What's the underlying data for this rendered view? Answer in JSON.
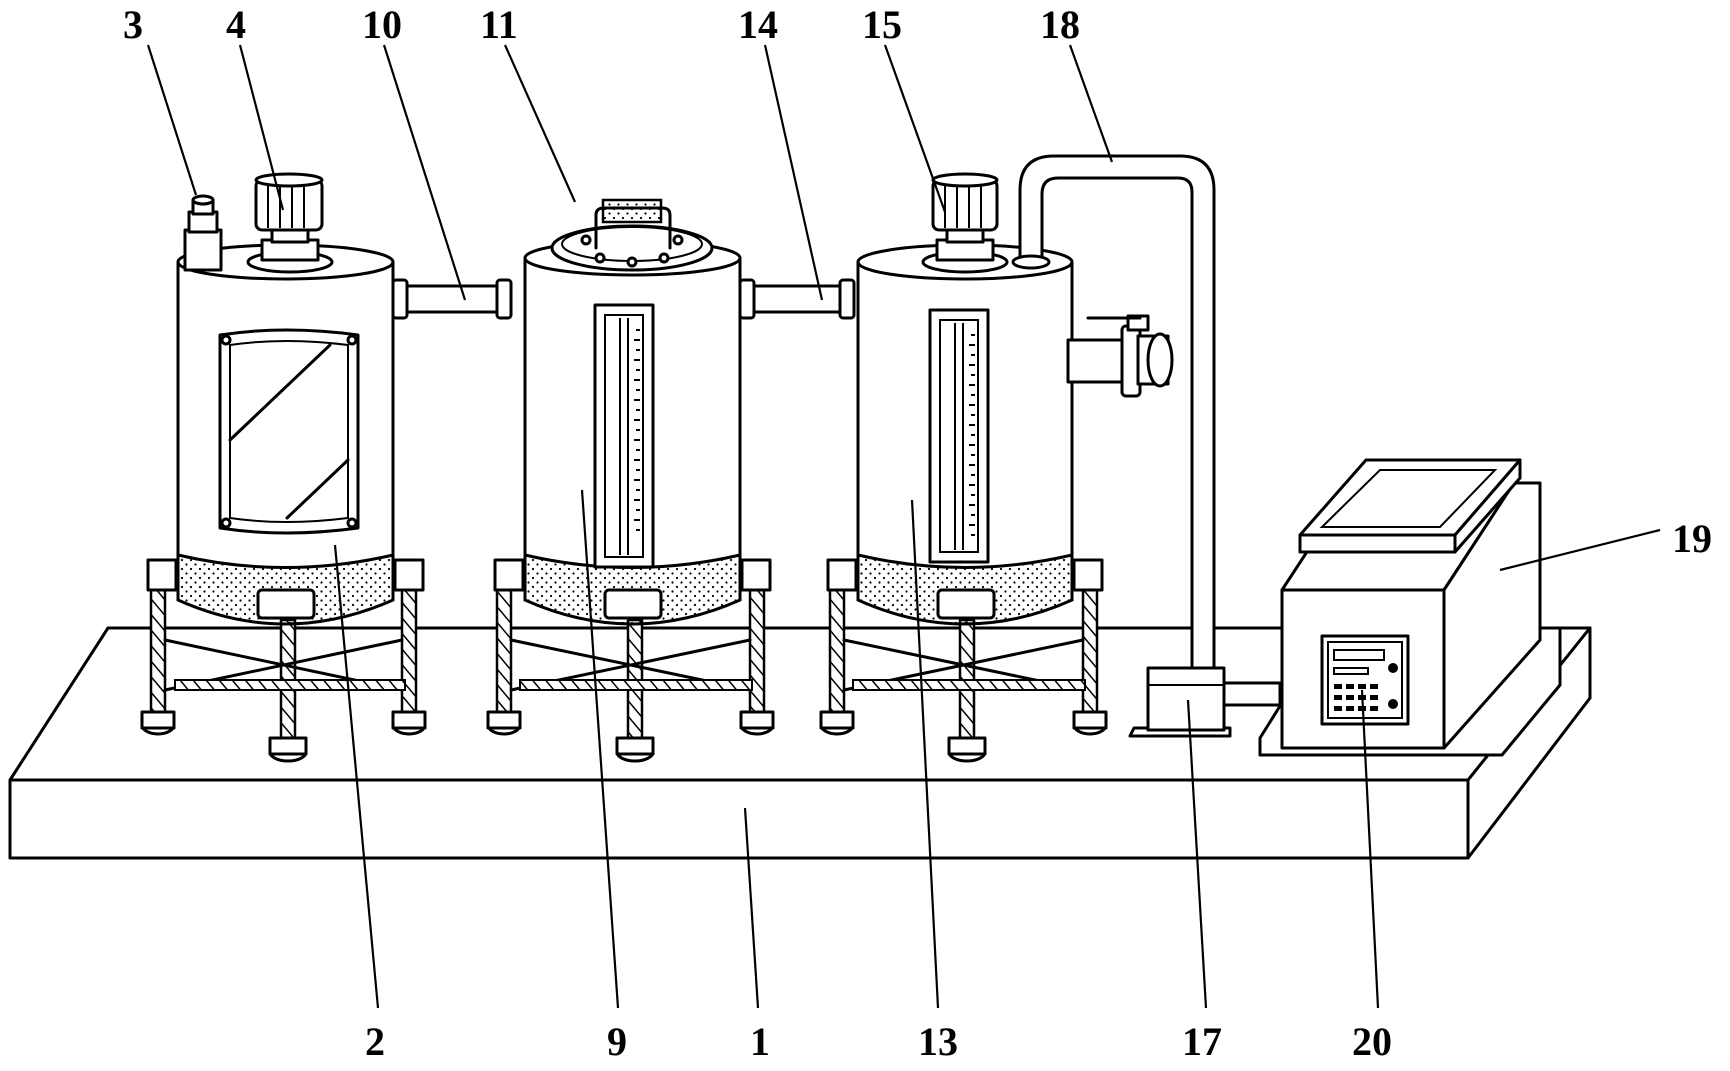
{
  "callouts": [
    {
      "id": "3",
      "label": "3"
    },
    {
      "id": "4",
      "label": "4"
    },
    {
      "id": "10",
      "label": "10"
    },
    {
      "id": "11",
      "label": "11"
    },
    {
      "id": "14",
      "label": "14"
    },
    {
      "id": "15",
      "label": "15"
    },
    {
      "id": "18",
      "label": "18"
    },
    {
      "id": "19",
      "label": "19"
    },
    {
      "id": "2",
      "label": "2"
    },
    {
      "id": "9",
      "label": "9"
    },
    {
      "id": "1",
      "label": "1"
    },
    {
      "id": "13",
      "label": "13"
    },
    {
      "id": "17",
      "label": "17"
    },
    {
      "id": "20",
      "label": "20"
    }
  ]
}
